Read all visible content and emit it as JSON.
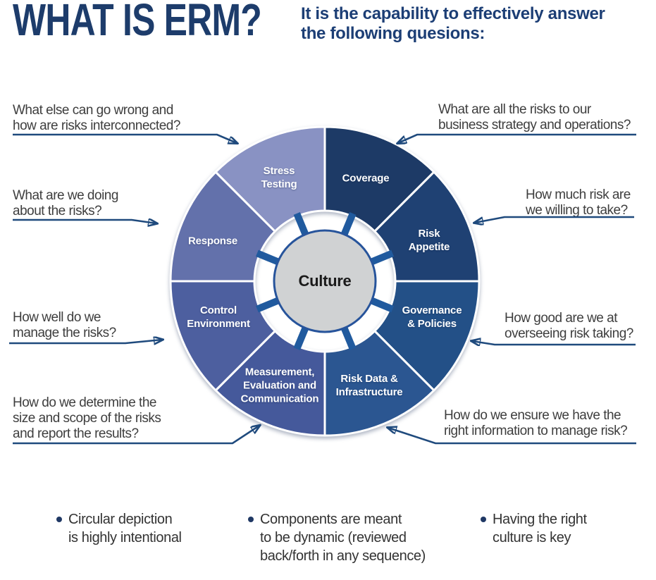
{
  "header": {
    "title": "WHAT IS ERM?",
    "subtitle_lines": [
      "It is the capability to effectively answer",
      "the following quesions:"
    ]
  },
  "wheel": {
    "center_label": "Culture",
    "segments": [
      {
        "id": "coverage",
        "color": "#1d3a66",
        "lines": [
          "Coverage"
        ]
      },
      {
        "id": "risk-appetite",
        "color": "#1f4173",
        "lines": [
          "Risk",
          "Appetite"
        ]
      },
      {
        "id": "governance-policies",
        "color": "#235087",
        "lines": [
          "Governance",
          "& Policies"
        ]
      },
      {
        "id": "risk-data-infrastructure",
        "color": "#2b5691",
        "lines": [
          "Risk Data &",
          "Infrastructure"
        ]
      },
      {
        "id": "measurement-evaluation-communication",
        "color": "#45599b",
        "lines": [
          "Measurement,",
          "Evaluation and",
          "Communication"
        ]
      },
      {
        "id": "control-environment",
        "color": "#4d5f9f",
        "lines": [
          "Control",
          "Environment"
        ]
      },
      {
        "id": "response",
        "color": "#6371ab",
        "lines": [
          "Response"
        ]
      },
      {
        "id": "stress-testing",
        "color": "#8992c3",
        "lines": [
          "Stress",
          "Testing"
        ]
      }
    ]
  },
  "questions": [
    {
      "id": "go-wrong",
      "lines": [
        "What else can go wrong and",
        "how are risks interconnected?"
      ]
    },
    {
      "id": "doing-about-risks",
      "lines": [
        "What are we doing",
        "about the risks?"
      ]
    },
    {
      "id": "manage-risks",
      "lines": [
        "How well do we",
        "manage the risks?"
      ]
    },
    {
      "id": "size-scope",
      "lines": [
        "How do we determine the",
        "size and scope of the risks",
        "and report the results?"
      ]
    },
    {
      "id": "all-risks",
      "lines": [
        "What are all the risks to our",
        "business strategy and operations?"
      ]
    },
    {
      "id": "risk-willing",
      "lines": [
        "How much risk are",
        "we willing to take?"
      ]
    },
    {
      "id": "overseeing",
      "lines": [
        "How good are we at",
        "overseeing risk taking?"
      ]
    },
    {
      "id": "right-information",
      "lines": [
        "How do we ensure we have the",
        "right information to manage risk?"
      ]
    }
  ],
  "footnotes": [
    {
      "id": "circular",
      "lines": [
        "Circular depiction",
        "is highly intentional"
      ]
    },
    {
      "id": "dynamic",
      "lines": [
        "Components are meant",
        "to be dynamic (reviewed",
        "back/forth in any sequence)"
      ]
    },
    {
      "id": "culture-key",
      "lines": [
        "Having the right",
        "culture is key"
      ]
    }
  ],
  "colors": {
    "title_navy": "#1d3c6b",
    "arrow_navy": "#1f4a7d",
    "question_text": "#3e3e3e",
    "center_fill": "#d0d2d3",
    "center_ring": "#27549b",
    "spoke_blue": "#205a9e",
    "bullet_navy": "#1f3864"
  }
}
